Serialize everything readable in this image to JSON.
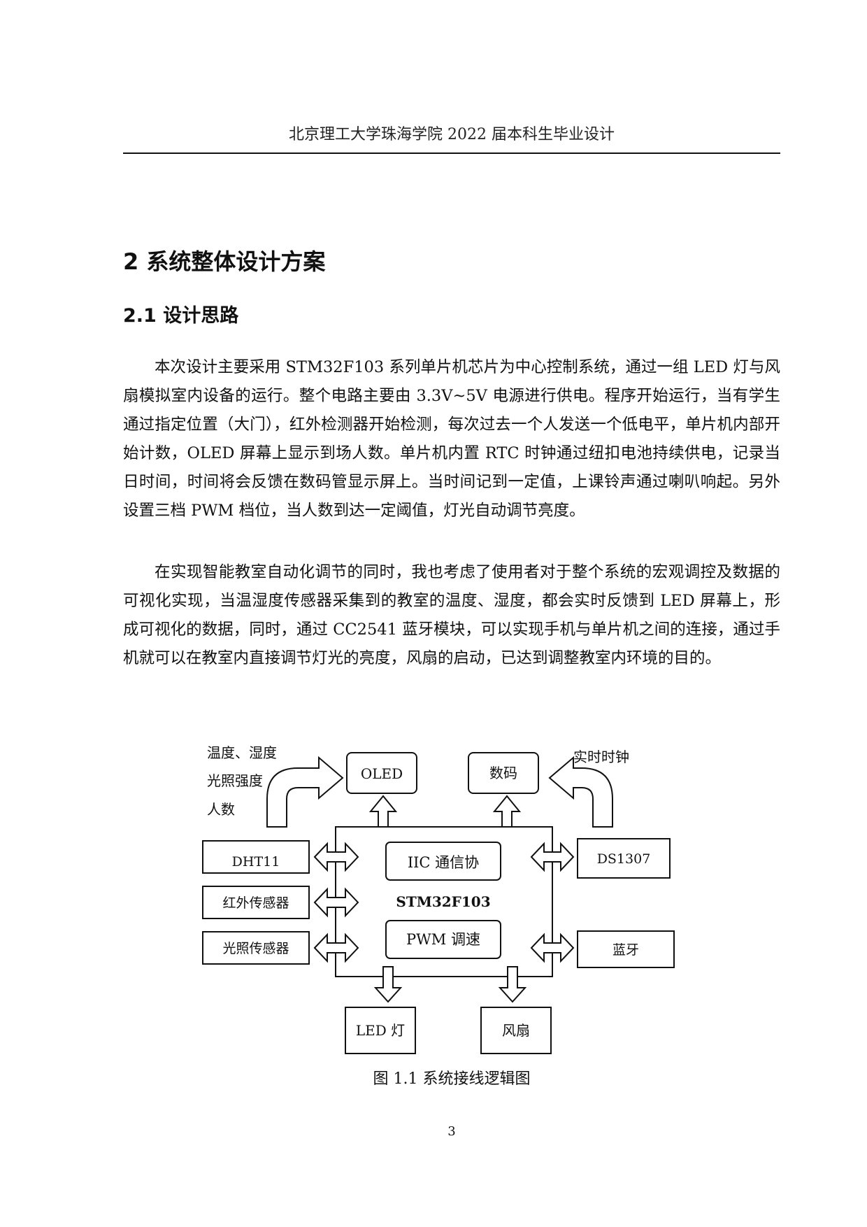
{
  "header": {
    "title": "北京理工大学珠海学院 2022 届本科生毕业设计"
  },
  "section": {
    "heading": "2  系统整体设计方案"
  },
  "subsection": {
    "heading": "2.1  设计思路"
  },
  "paragraphs": [
    "本次设计主要采用 STM32F103 系列单片机芯片为中心控制系统，通过一组 LED 灯与风扇模拟室内设备的运行。整个电路主要由 3.3V~5V 电源进行供电。程序开始运行，当有学生通过指定位置（大门），红外检测器开始检测，每次过去一个人发送一个低电平，单片机内部开始计数，OLED 屏幕上显示到场人数。单片机内置 RTC 时钟通过纽扣电池持续供电，记录当日时间，时间将会反馈在数码管显示屏上。当时间记到一定值，上课铃声通过喇叭响起。另外设置三档 PWM 档位，当人数到达一定阈值，灯光自动调节亮度。",
    "在实现智能教室自动化调节的同时，我也考虑了使用者对于整个系统的宏观调控及数据的可视化实现，当温湿度传感器采集到的教室的温度、湿度，都会实时反馈到 LED 屏幕上，形成可视化的数据，同时，通过 CC2541 蓝牙模块，可以实现手机与单片机之间的连接，通过手机就可以在教室内直接调节灯光的亮度，风扇的启动，已达到调整教室内环境的目的。"
  ],
  "diagram": {
    "annotation_left": [
      "温度、湿度",
      "光照强度",
      "人数"
    ],
    "annotation_right": "实时时钟",
    "oled": "OLED",
    "digit_tube": "数码",
    "dht11": "DHT11",
    "infrared_sensor": "红外传感器",
    "light_sensor": "光照传感器",
    "iic": "IIC 通信协",
    "mcu": "STM32F103",
    "pwm": "PWM 调速",
    "ds1307": "DS1307",
    "bluetooth": "蓝牙",
    "led_lamp": "LED 灯",
    "fan": "风扇"
  },
  "figure": {
    "caption": "图 1.1  系统接线逻辑图"
  },
  "page": {
    "number": "3"
  }
}
